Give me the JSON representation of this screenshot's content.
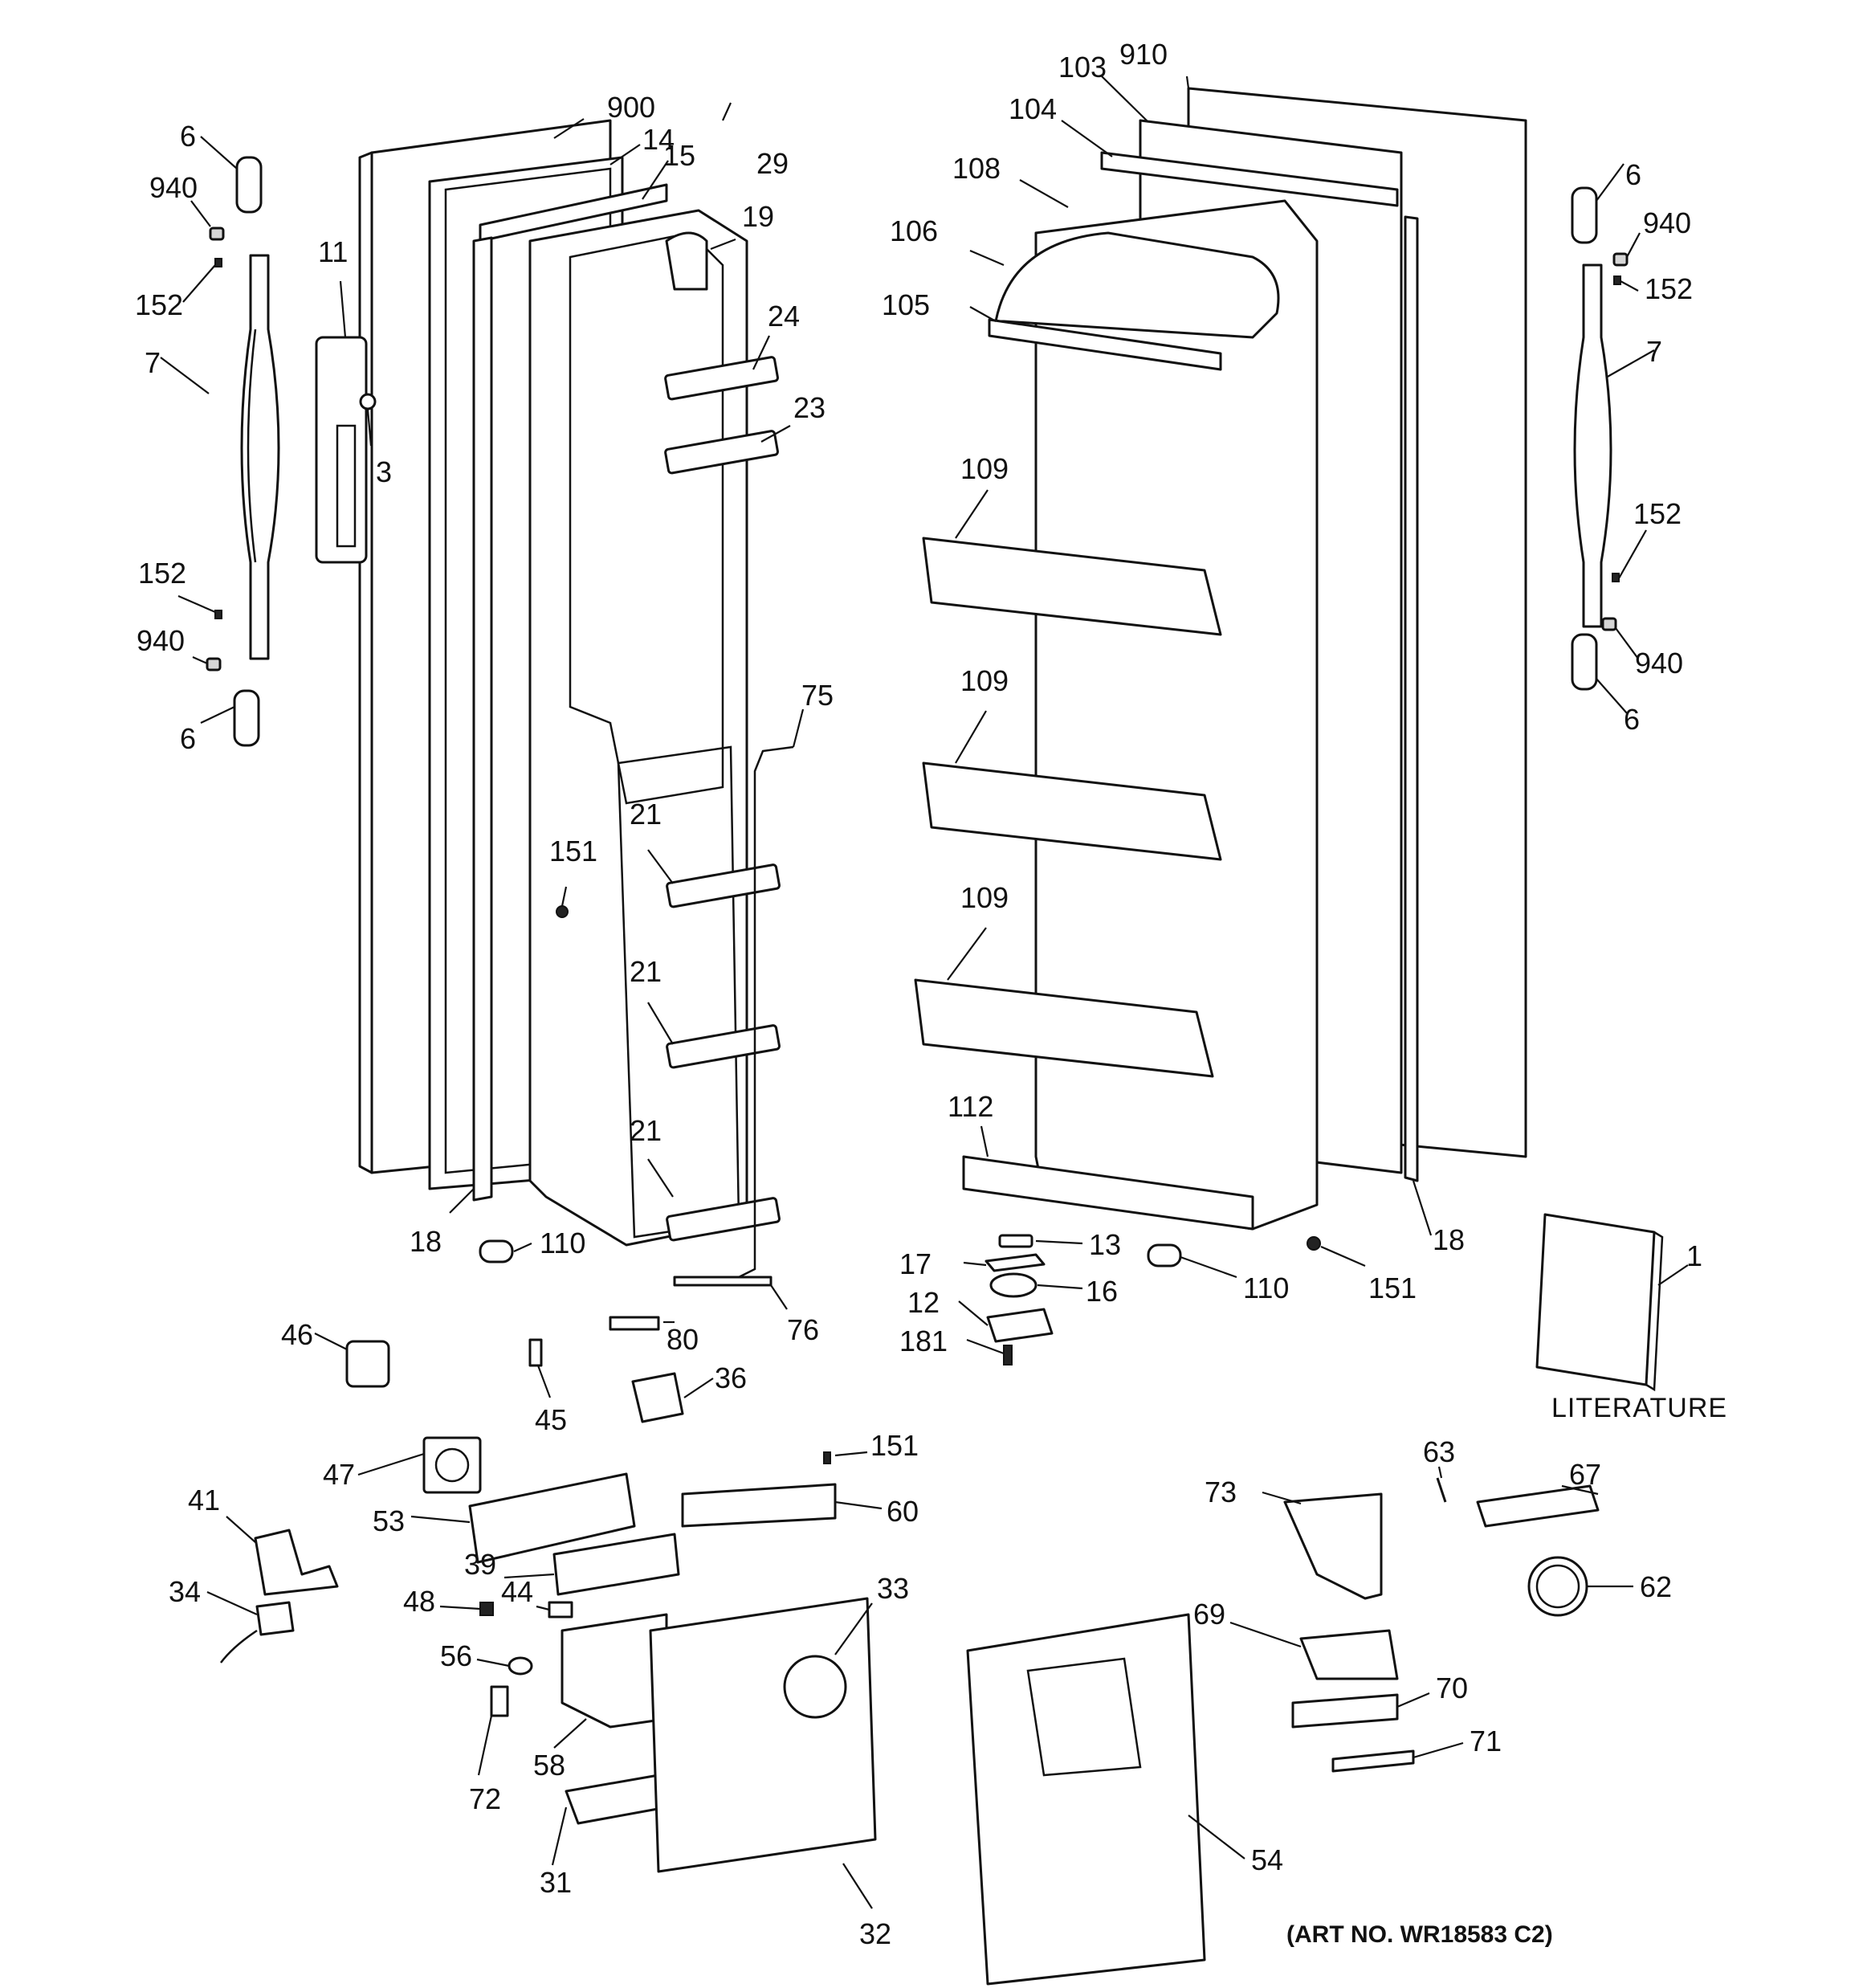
{
  "labels": {
    "l_6a": "6",
    "l_940a": "940",
    "l_152a": "152",
    "l_7a": "7",
    "l_152b": "152",
    "l_940b": "940",
    "l_6b": "6",
    "l_11": "11",
    "l_3": "3",
    "l_900": "900",
    "l_14": "14",
    "l_15": "15",
    "l_29": "29",
    "l_19": "19",
    "l_24": "24",
    "l_23": "23",
    "l_75": "75",
    "l_151a": "151",
    "l_21a": "21",
    "l_21b": "21",
    "l_21c": "21",
    "l_18a": "18",
    "l_110a": "110",
    "l_80": "80",
    "l_76": "76",
    "l_910": "910",
    "l_103": "103",
    "l_104": "104",
    "l_108": "108",
    "l_106": "106",
    "l_105": "105",
    "l_109a": "109",
    "l_109b": "109",
    "l_109c": "109",
    "l_112": "112",
    "l_13": "13",
    "l_17": "17",
    "l_16": "16",
    "l_12": "12",
    "l_181": "181",
    "l_110b": "110",
    "l_151b": "151",
    "l_18b": "18",
    "l_6c": "6",
    "l_940c": "940",
    "l_152c": "152",
    "l_7b": "7",
    "l_152d": "152",
    "l_940d": "940",
    "l_6d": "6",
    "l_1": "1",
    "l_46": "46",
    "l_45": "45",
    "l_36": "36",
    "l_47": "47",
    "l_151c": "151",
    "l_41": "41",
    "l_53": "53",
    "l_60": "60",
    "l_34": "34",
    "l_39": "39",
    "l_44": "44",
    "l_48": "48",
    "l_33": "33",
    "l_56": "56",
    "l_72": "72",
    "l_58": "58",
    "l_31": "31",
    "l_32": "32",
    "l_63": "63",
    "l_67": "67",
    "l_73": "73",
    "l_62": "62",
    "l_69": "69",
    "l_70": "70",
    "l_71": "71",
    "l_54": "54"
  },
  "literature_text": "LITERATURE",
  "art_number": "(ART NO. WR18583 C2)"
}
